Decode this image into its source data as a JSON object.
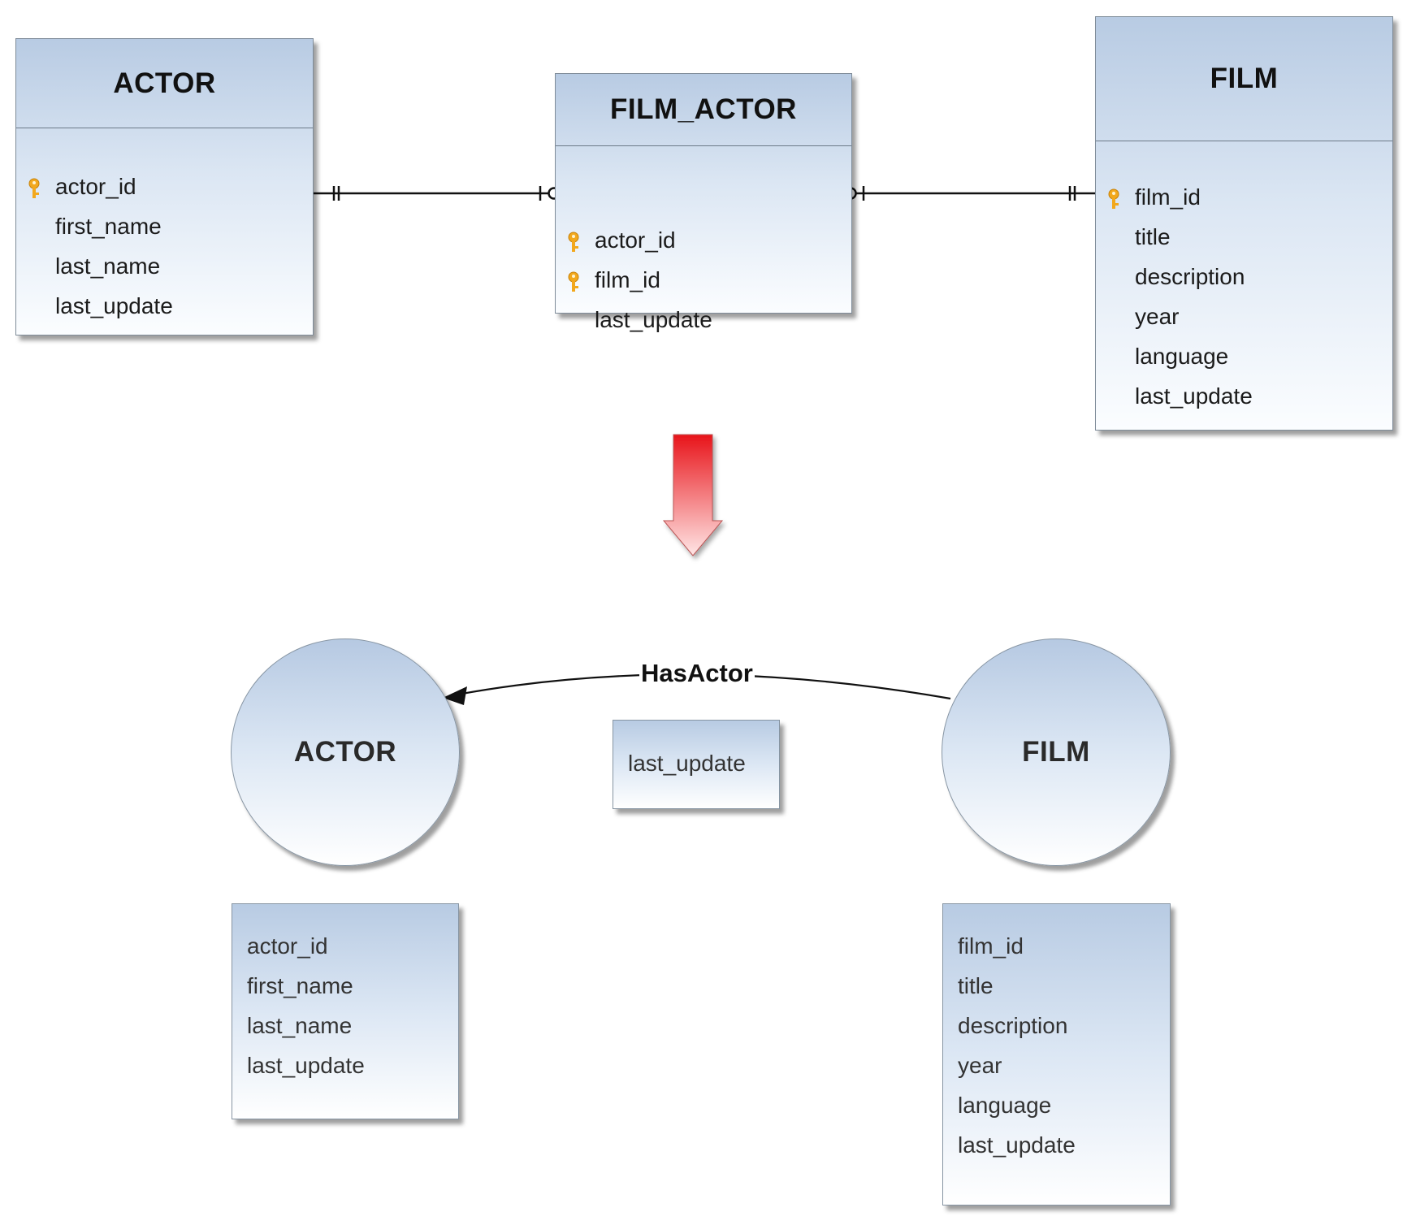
{
  "erd": {
    "actor": {
      "name": "ACTOR",
      "attributes": [
        {
          "name": "actor_id",
          "key": true
        },
        {
          "name": "first_name",
          "key": false
        },
        {
          "name": "last_name",
          "key": false
        },
        {
          "name": "last_update",
          "key": false
        }
      ]
    },
    "film_actor": {
      "name": "FILM_ACTOR",
      "attributes": [
        {
          "name": "actor_id",
          "key": true
        },
        {
          "name": "film_id",
          "key": true
        },
        {
          "name": "last_update",
          "key": false
        }
      ]
    },
    "film": {
      "name": "FILM",
      "attributes": [
        {
          "name": "film_id",
          "key": true
        },
        {
          "name": "title",
          "key": false
        },
        {
          "name": "description",
          "key": false
        },
        {
          "name": "year",
          "key": false
        },
        {
          "name": "language",
          "key": false
        },
        {
          "name": "last_update",
          "key": false
        }
      ]
    }
  },
  "graph": {
    "actor_node": "ACTOR",
    "film_node": "FILM",
    "edge_label": "HasActor",
    "edge_properties": [
      "last_update"
    ],
    "actor_properties": [
      "actor_id",
      "first_name",
      "last_name",
      "last_update"
    ],
    "film_properties": [
      "film_id",
      "title",
      "description",
      "year",
      "language",
      "last_update"
    ]
  },
  "colors": {
    "key_icon": "#f2a81d",
    "arrow_top": "#e8141a",
    "arrow_bottom": "#ffe3e3"
  },
  "icons": {
    "key": "key-icon",
    "transform_arrow": "arrow-down-icon"
  }
}
